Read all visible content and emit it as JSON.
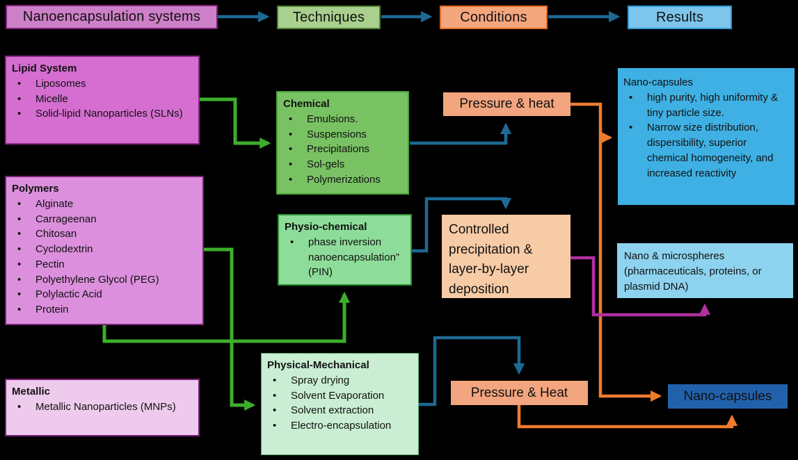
{
  "title_row": {
    "systems": "Nanoencapsulation systems",
    "techniques": "Techniques",
    "conditions": "Conditions",
    "results": "Results"
  },
  "systems": {
    "lipid": {
      "title": "Lipid System",
      "items": [
        "Liposomes",
        "Micelle",
        "Solid-lipid Nanoparticles (SLNs)"
      ]
    },
    "polymers": {
      "title": "Polymers",
      "items": [
        "Alginate",
        "Carrageenan",
        "Chitosan",
        "Cyclodextrin",
        "Pectin",
        "Polyethylene Glycol (PEG)",
        "Polylactic Acid",
        "Protein"
      ]
    },
    "metallic": {
      "title": "Metallic",
      "items": [
        "Metallic Nanoparticles (MNPs)"
      ]
    }
  },
  "techniques": {
    "chemical": {
      "title": "Chemical",
      "items": [
        "Emulsions.",
        "Suspensions",
        "Precipitations",
        "Sol-gels",
        "Polymerizations"
      ]
    },
    "physio_chemical": {
      "title": "Physio-chemical",
      "items": [
        "phase inversion nanoencapsulation” (PIN)"
      ]
    },
    "physical_mechanical": {
      "title": "Physical-Mechanical",
      "items": [
        "Spray drying",
        "Solvent Evaporation",
        "Solvent extraction",
        "Electro-encapsulation"
      ]
    }
  },
  "conditions": {
    "pressure_heat_top": "Pressure & heat",
    "controlled_precipitation": "Controlled precipitation & layer-by-layer deposition",
    "pressure_heat_bottom": "Pressure & Heat"
  },
  "results": {
    "nano_capsules_detail": {
      "title": "Nano-capsules",
      "items": [
        "high purity, high uniformity & tiny particle size.",
        "Narrow size distribution, dispersibility, superior chemical homogeneity, and increased reactivity"
      ]
    },
    "nano_microspheres": "Nano & microspheres (pharmaceuticals, proteins, or plasmid DNA)",
    "nano_capsules": "Nano-capsules"
  },
  "colors": {
    "background": "#000000",
    "arrow_teal": "#1d6a94",
    "arrow_green": "#3dae2b",
    "arrow_orange": "#ee7c2e",
    "arrow_magenta": "#b0309f",
    "systems_header_fill": "#cd7fc7",
    "techniques_header_fill": "#a9d08e",
    "conditions_header_fill": "#f4a67f",
    "results_header_fill": "#7ec5ec",
    "lipid_fill": "#d56ed0",
    "polymers_fill": "#dc8fdc",
    "metallic_fill": "#eecbed",
    "chemical_fill": "#79c263",
    "physio_chemical_fill": "#8edc99",
    "physical_mechanical_fill": "#c9eed3",
    "condition_fill": "#f2a57e",
    "controlled_fill": "#f7cba6",
    "nano_capsules_fill": "#3fb0e3",
    "nano_microspheres_fill": "#8dd3ef",
    "nano_capsules_dark_fill": "#2161ac"
  }
}
